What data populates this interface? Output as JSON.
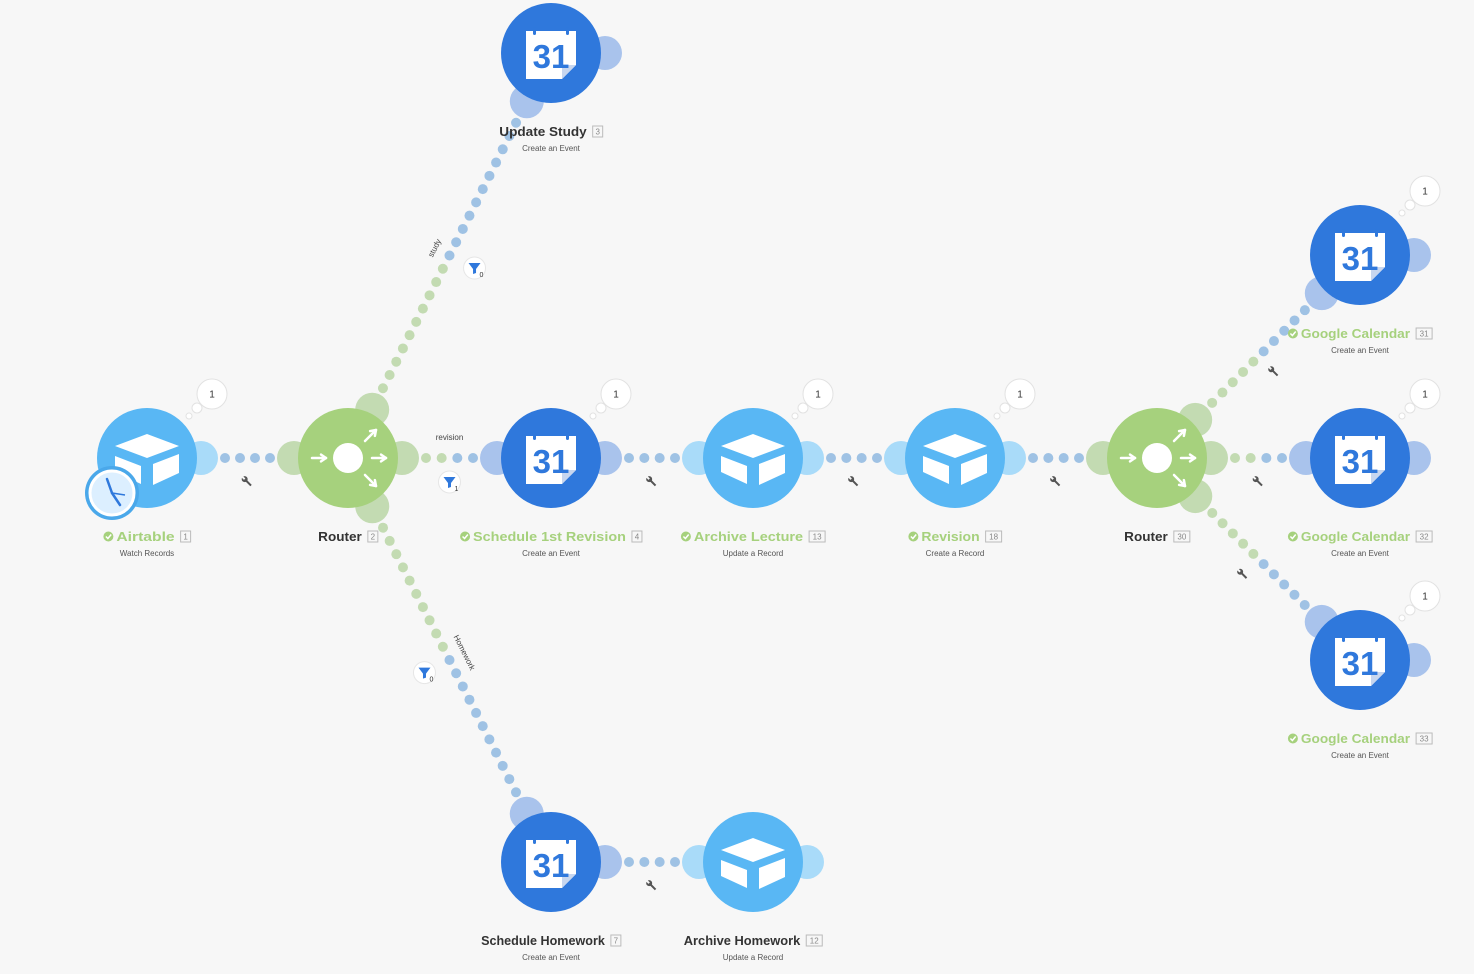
{
  "modules": [
    {
      "key": "airtable",
      "app": "airtable",
      "title": "Airtable",
      "id": "1",
      "subtitle": "Watch Records",
      "status": "ok",
      "bubble": "1",
      "trigger": true
    },
    {
      "key": "router1",
      "app": "router",
      "title": "Router",
      "id": "2",
      "subtitle": "",
      "status": "none",
      "bubble": ""
    },
    {
      "key": "update-study",
      "app": "gcal",
      "title": "Update Study",
      "id": "3",
      "subtitle": "Create an Event",
      "status": "none",
      "bubble": ""
    },
    {
      "key": "schedule-revision",
      "app": "gcal",
      "title": "Schedule 1st Revision",
      "id": "4",
      "subtitle": "Create an Event",
      "status": "ok",
      "bubble": "1"
    },
    {
      "key": "archive-lecture",
      "app": "airtable",
      "title": "Archive Lecture",
      "id": "13",
      "subtitle": "Update a Record",
      "status": "ok",
      "bubble": "1"
    },
    {
      "key": "revision",
      "app": "airtable",
      "title": "Revision",
      "id": "18",
      "subtitle": "Create a Record",
      "status": "ok",
      "bubble": "1"
    },
    {
      "key": "router2",
      "app": "router",
      "title": "Router",
      "id": "30",
      "subtitle": "",
      "status": "none",
      "bubble": ""
    },
    {
      "key": "gcal-31",
      "app": "gcal",
      "title": "Google Calendar",
      "id": "31",
      "subtitle": "Create an Event",
      "status": "ok",
      "bubble": "1"
    },
    {
      "key": "gcal-32",
      "app": "gcal",
      "title": "Google Calendar",
      "id": "32",
      "subtitle": "Create an Event",
      "status": "ok",
      "bubble": "1"
    },
    {
      "key": "gcal-33",
      "app": "gcal",
      "title": "Google Calendar",
      "id": "33",
      "subtitle": "Create an Event",
      "status": "ok",
      "bubble": "1"
    },
    {
      "key": "schedule-homework",
      "app": "gcal",
      "title": "Schedule Homework",
      "id": "7",
      "subtitle": "Create an Event",
      "status": "none",
      "bubble": ""
    },
    {
      "key": "archive-homework",
      "app": "airtable",
      "title": "Archive Homework",
      "id": "12",
      "subtitle": "Update a Record",
      "status": "none",
      "bubble": ""
    }
  ],
  "routes": [
    {
      "from": "airtable",
      "to": "router1",
      "label": "",
      "filter": ""
    },
    {
      "from": "router1",
      "to": "update-study",
      "label": "study",
      "filter": "0"
    },
    {
      "from": "router1",
      "to": "schedule-revision",
      "label": "revision",
      "filter": "1"
    },
    {
      "from": "router1",
      "to": "schedule-homework",
      "label": "Homework",
      "filter": "0"
    },
    {
      "from": "schedule-revision",
      "to": "archive-lecture",
      "label": "",
      "filter": ""
    },
    {
      "from": "archive-lecture",
      "to": "revision",
      "label": "",
      "filter": ""
    },
    {
      "from": "revision",
      "to": "router2",
      "label": "",
      "filter": ""
    },
    {
      "from": "router2",
      "to": "gcal-31",
      "label": "",
      "filter": ""
    },
    {
      "from": "router2",
      "to": "gcal-32",
      "label": "",
      "filter": ""
    },
    {
      "from": "router2",
      "to": "gcal-33",
      "label": "",
      "filter": ""
    },
    {
      "from": "schedule-homework",
      "to": "archive-homework",
      "label": "",
      "filter": ""
    }
  ],
  "calendar_glyph": "31",
  "icons": {
    "gcal": "calendar-icon",
    "airtable": "airtable-box-icon",
    "router": "router-icon",
    "filter": "filter-icon",
    "wrench": "wrench-icon",
    "clock": "clock-icon",
    "status": "check-circle-icon"
  },
  "colors": {
    "airtable": "#59b7f4",
    "gcal": "#2f78dc",
    "router": "#a6d17d",
    "link_blue": "#9fc2e4",
    "link_green": "#c3dbb2",
    "title_ok": "#a6d17d",
    "title_plain": "#333333",
    "subtitle": "#555555",
    "background": "#f7f7f7"
  }
}
